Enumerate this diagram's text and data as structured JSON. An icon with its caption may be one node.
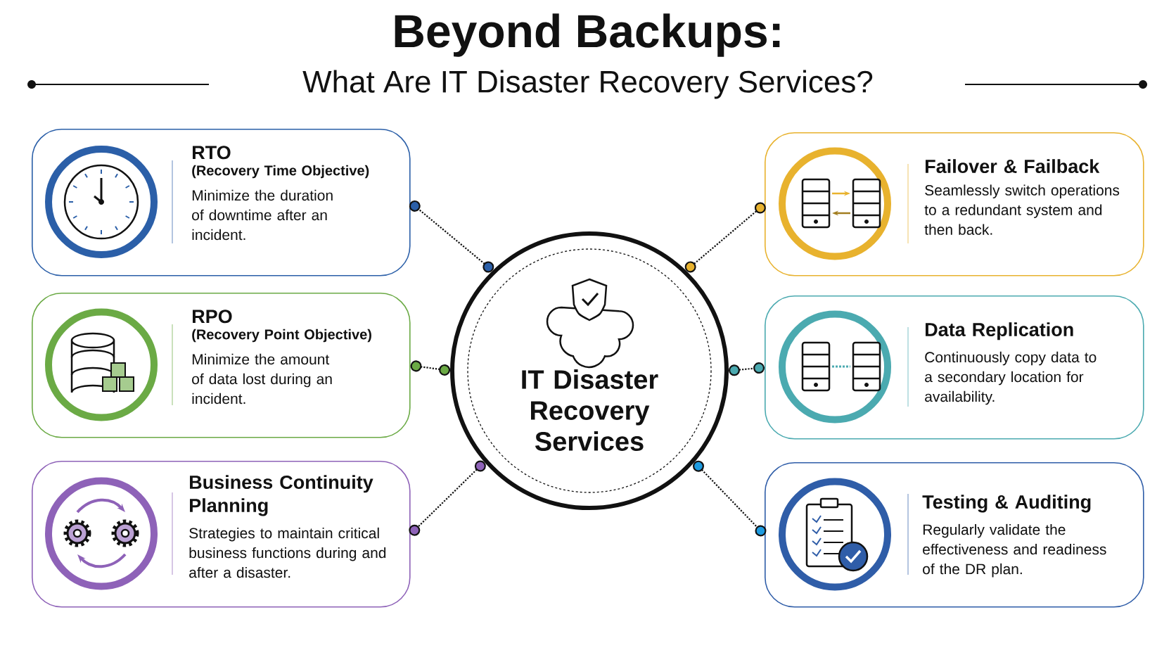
{
  "diagram": {
    "title": "Beyond Backups:",
    "labels": [
      "What Are IT Disaster Recovery Services?"
    ],
    "nodes": [
      {
        "text": [
          "IT Disaster Recovery Services"
        ]
      },
      {
        "text": [
          "RTO",
          "(Recovery Time Objective)",
          "Minimize the duration of downtime after an incident."
        ]
      },
      {
        "text": [
          "RPO",
          "(Recovery Point Objective)",
          "Minimize the amount of data lost during an incident."
        ]
      },
      {
        "text": [
          "Business Continuity Planning",
          "Strategies to maintain critical business functions during and after a disaster."
        ]
      },
      {
        "text": [
          "Failover & Failback",
          "Seamlessly switch operations to a redundant system and then back."
        ]
      },
      {
        "text": [
          "Data Replication",
          "Continuously copy data to a secondary location for availability."
        ]
      },
      {
        "text": [
          "Testing & Auditing",
          "Regularly validate the effectiveness and readiness of the DR plan."
        ]
      }
    ],
    "edges": [
      {
        "from": 0,
        "to": 1,
        "arrow": "other"
      },
      {
        "from": 0,
        "to": 2,
        "arrow": "other"
      },
      {
        "from": 0,
        "to": 3,
        "arrow": "other"
      },
      {
        "from": 0,
        "to": 4,
        "arrow": "other"
      },
      {
        "from": 0,
        "to": 5,
        "arrow": "other"
      },
      {
        "from": 0,
        "to": 6,
        "arrow": "other"
      }
    ]
  }
}
